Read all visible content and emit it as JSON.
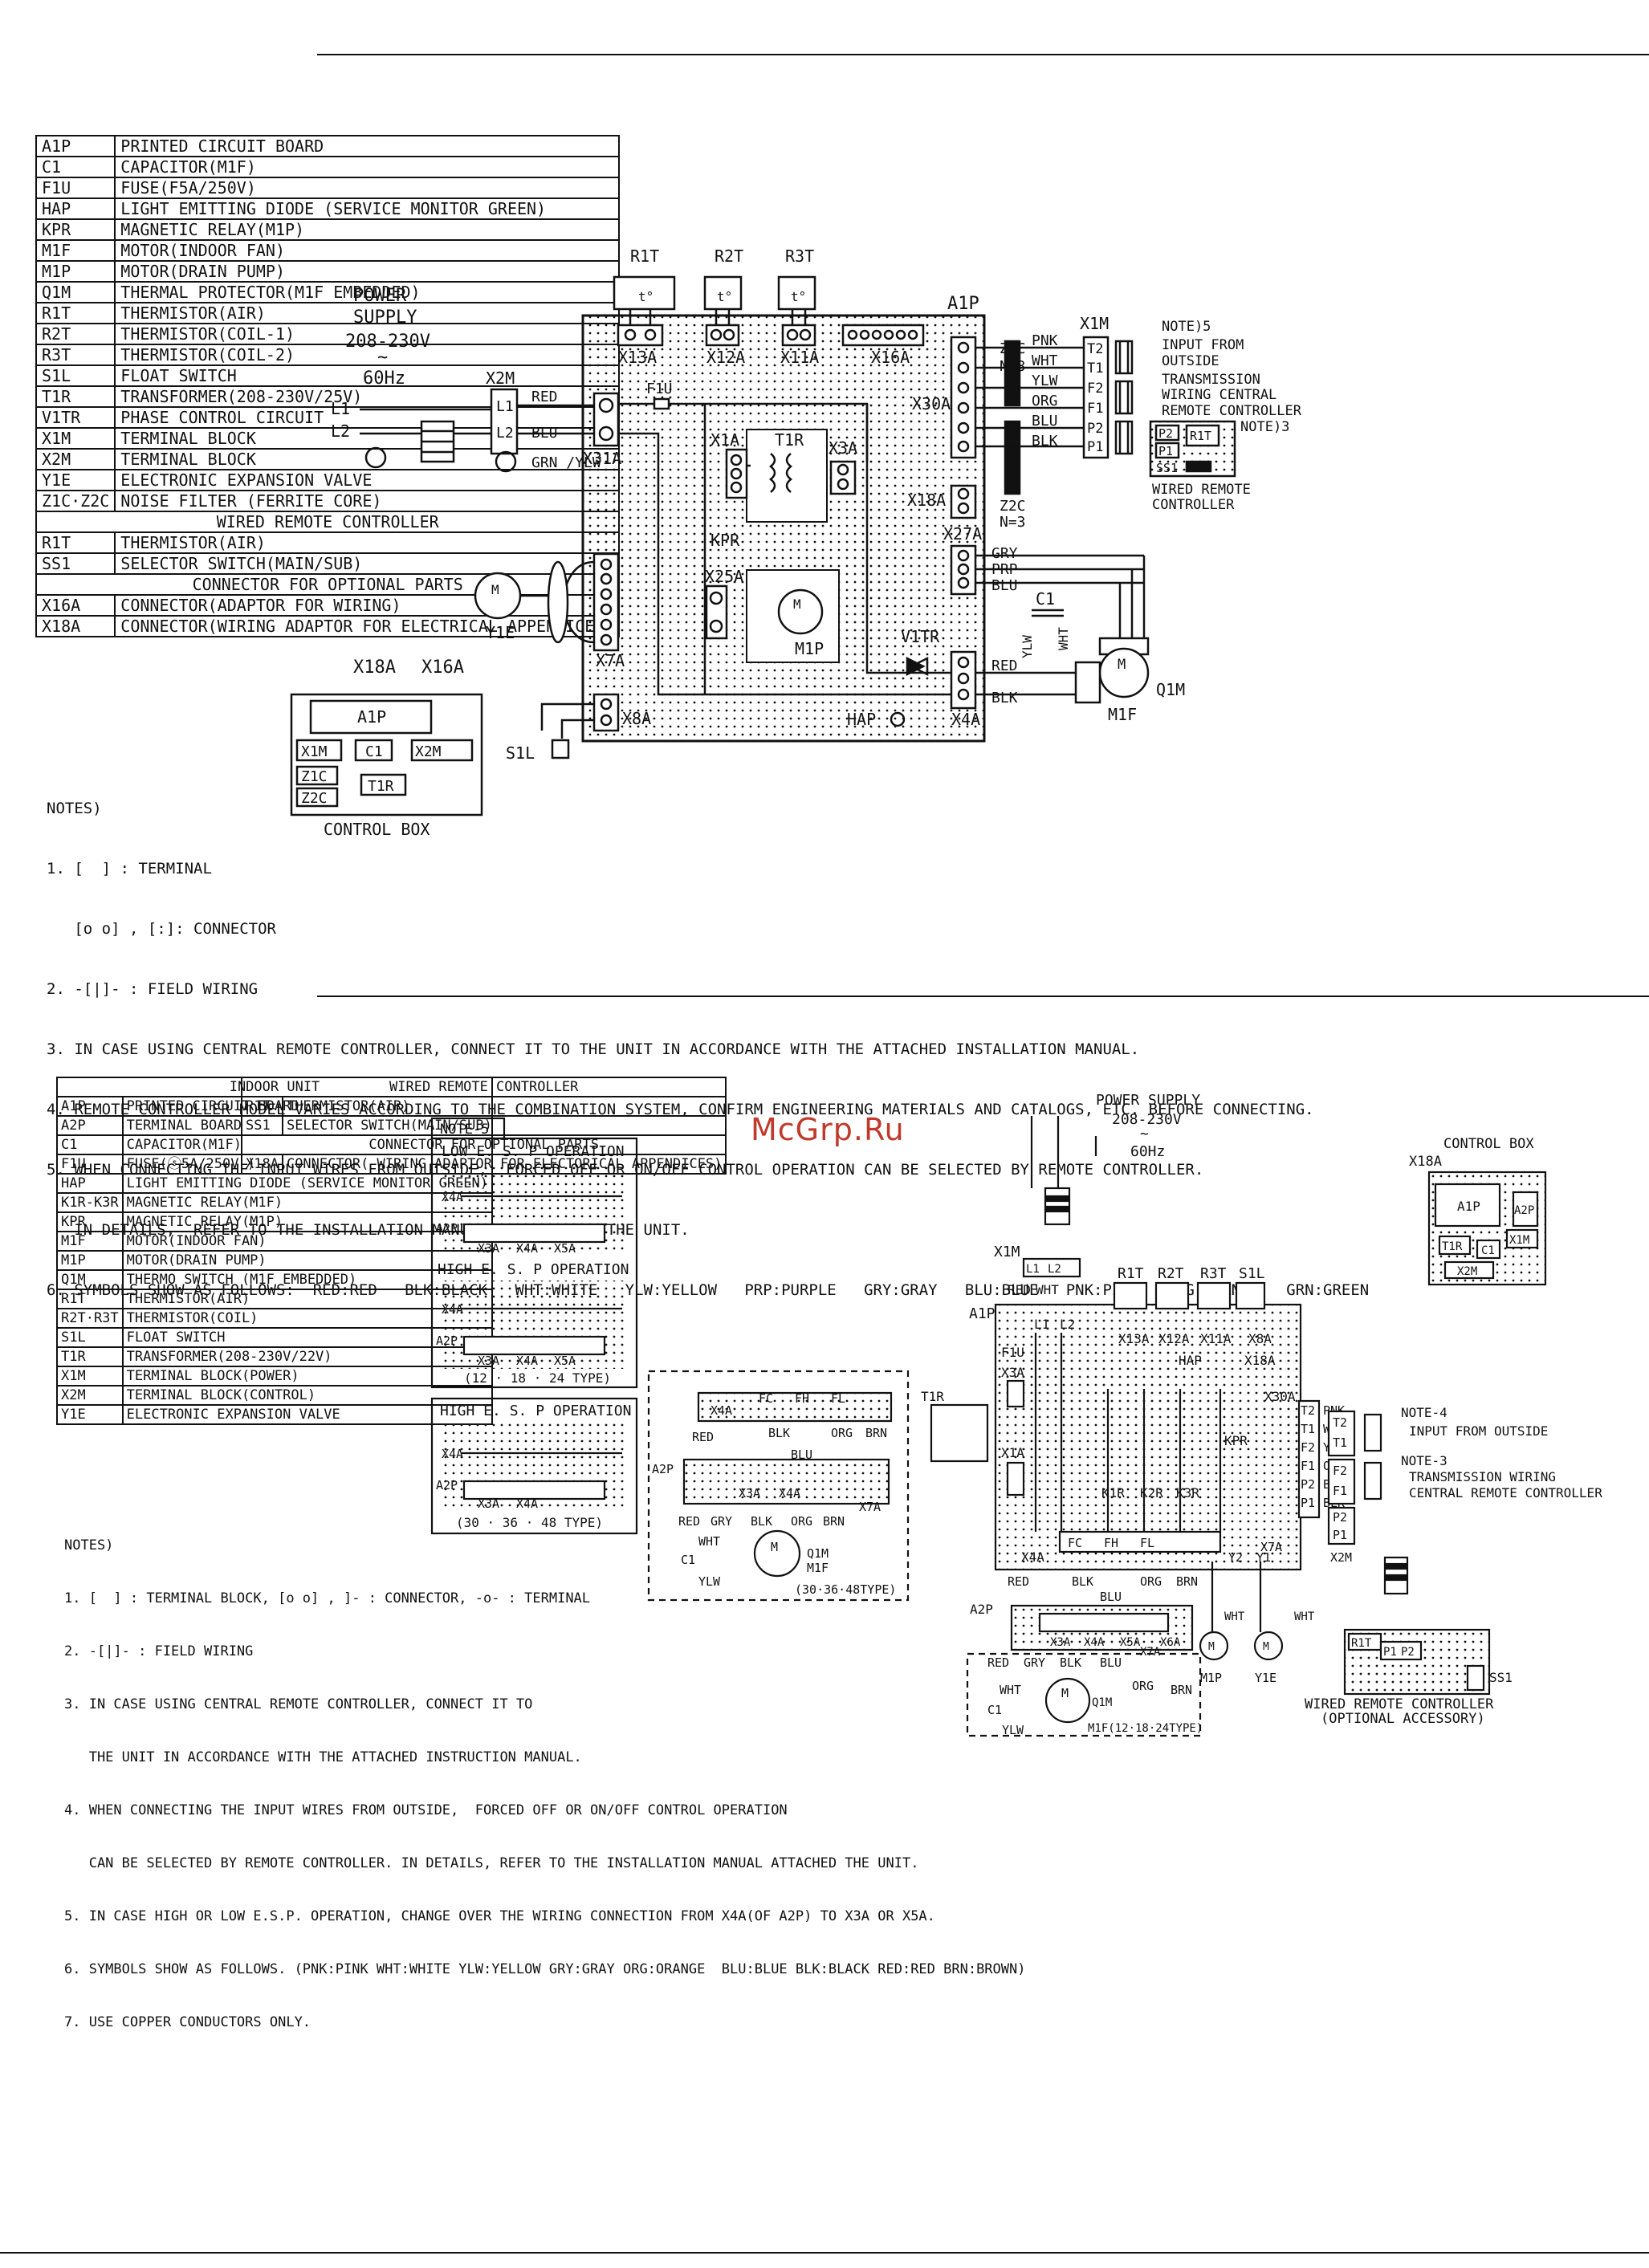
{
  "watermark": "McGrp.Ru",
  "colors": {
    "watermark": "#c0392b",
    "line": "#111111"
  },
  "top_diagram": {
    "legend": [
      {
        "code": "A1P",
        "desc": "PRINTED CIRCUIT BOARD"
      },
      {
        "code": "C1",
        "desc": "CAPACITOR(M1F)"
      },
      {
        "code": "F1U",
        "desc": "FUSE(F5A/250V)"
      },
      {
        "code": "HAP",
        "desc": "LIGHT EMITTING DIODE (SERVICE MONITOR GREEN)"
      },
      {
        "code": "KPR",
        "desc": "MAGNETIC RELAY(M1P)"
      },
      {
        "code": "M1F",
        "desc": "MOTOR(INDOOR FAN)"
      },
      {
        "code": "M1P",
        "desc": "MOTOR(DRAIN PUMP)"
      },
      {
        "code": "Q1M",
        "desc": "THERMAL PROTECTOR(M1F EMBEDDED)"
      },
      {
        "code": "R1T",
        "desc": "THERMISTOR(AIR)"
      },
      {
        "code": "R2T",
        "desc": "THERMISTOR(COIL-1)"
      },
      {
        "code": "R3T",
        "desc": "THERMISTOR(COIL-2)"
      },
      {
        "code": "S1L",
        "desc": "FLOAT SWITCH"
      },
      {
        "code": "T1R",
        "desc": "TRANSFORMER(208-230V/25V)"
      },
      {
        "code": "V1TR",
        "desc": "PHASE CONTROL CIRCUIT"
      },
      {
        "code": "X1M",
        "desc": "TERMINAL BLOCK"
      },
      {
        "code": "X2M",
        "desc": "TERMINAL BLOCK"
      },
      {
        "code": "Y1E",
        "desc": "ELECTRONIC EXPANSION VALVE"
      },
      {
        "code": "Z1C·Z2C",
        "desc": "NOISE FILTER (FERRITE CORE)"
      }
    ],
    "legend_header_remote": "WIRED REMOTE CONTROLLER",
    "legend_remote": [
      {
        "code": "R1T",
        "desc": "THERMISTOR(AIR)"
      },
      {
        "code": "SS1",
        "desc": "SELECTOR SWITCH(MAIN/SUB)"
      }
    ],
    "legend_header_optional": "CONNECTOR FOR OPTIONAL PARTS",
    "legend_optional": [
      {
        "code": "X16A",
        "desc": "CONNECTOR(ADAPTOR FOR WIRING)"
      },
      {
        "code": "X18A",
        "desc": "CONNECTOR(WIRING ADAPTOR FOR ELECTRICAL APPENDICES)"
      }
    ],
    "power_supply": [
      "POWER",
      "SUPPLY",
      "208-230V",
      "~",
      "60Hz"
    ],
    "labels": {
      "a1p": "A1P",
      "x2m": "X2M",
      "l1": "L1",
      "l2": "L2",
      "f1u": "F1U",
      "x31a": "X31A",
      "x1a": "X1A",
      "t1r": "T1R",
      "x3a": "X3A",
      "kpr": "KPR",
      "x25a": "X25A",
      "m1p": "M1P",
      "x7a": "X7A",
      "x8a": "X8A",
      "s1l": "S1L",
      "y1e": "Y1E",
      "hap": "HAP",
      "x4a": "X4A",
      "v1tr": "V1TR",
      "x18a": "X18A",
      "x27a": "X27A",
      "x30a": "X30A",
      "x13a": "X13A",
      "x12a": "X12A",
      "x11a": "X11A",
      "x16a": "X16A",
      "r1t": "R1T",
      "r2t": "R2T",
      "r3t": "R3T",
      "z1c": "Z1C",
      "z2c": "Z2C",
      "n3": "N=3",
      "x1m": "X1M",
      "c1": "C1",
      "m1f": "M1F",
      "q1m": "Q1M",
      "ylw": "YLW",
      "wht": "WHT",
      "red": "RED",
      "blu": "BLU",
      "grn_ylw": "GRN /YLW",
      "blk": "BLK",
      "gry": "GRY",
      "prp": "PRP",
      "pnk": "PNK",
      "org": "ORG",
      "t2": "T2",
      "t1": "T1",
      "f2": "F2",
      "f1": "F1",
      "p2": "P2",
      "p1": "P1",
      "ss1": "SS1",
      "note5": "NOTE)5",
      "input_outside": [
        "INPUT FROM",
        "OUTSIDE"
      ],
      "transmission": [
        "TRANSMISSION",
        "WIRING CENTRAL",
        "REMOTE CONTROLLER"
      ],
      "note3": "NOTE)3",
      "wired_remote": [
        "WIRED REMOTE",
        "CONTROLLER"
      ],
      "control_box": "CONTROL BOX"
    },
    "notes_title": "NOTES)",
    "notes": [
      "1. [  ] : TERMINAL",
      "   [o o] , [:]: CONNECTOR",
      "2. -[|]- : FIELD WIRING",
      "3. IN CASE USING CENTRAL REMOTE CONTROLLER, CONNECT IT TO THE UNIT IN ACCORDANCE WITH THE ATTACHED INSTALLATION MANUAL.",
      "4. REMOTE CONTROLLER MODEL VARIES ACCORDING TO THE COMBINATION SYSTEM, CONFIRM ENGINEERING MATERIALS AND CATALOGS, ETC. BEFORE CONNECTING.",
      "5. WHEN CONNECTING THE INPUT WIRES FROM OUTSIDE,  FORCED OFF OR ON/OFF CONTROL OPERATION CAN BE SELECTED BY REMOTE CONTROLLER.",
      "   IN DETAILS,  REFER TO THE INSTALLATION MANUAL ATTACHED TO THE UNIT.",
      "6. SYMBOLS SHOW AS FOLLOWS:  RED:RED   BLK:BLACK   WHT:WHITE   YLW:YELLOW   PRP:PURPLE   GRY:GRAY   BLU:BLUE   PNK:PINK   ORG:ORANGE   GRN:GREEN"
    ]
  },
  "bottom_diagram": {
    "legend_header_left": "INDOOR UNIT",
    "legend_left": [
      {
        "code": "A1P",
        "desc": "PRINTED CIRCUIT BOARD"
      },
      {
        "code": "A2P",
        "desc": "TERMINAL BOARD"
      },
      {
        "code": "C1",
        "desc": "CAPACITOR(M1F)"
      },
      {
        "code": "F1U",
        "desc": "FUSE(ⓢ5A/250V )"
      },
      {
        "code": "HAP",
        "desc": "LIGHT EMITTING DIODE (SERVICE MONITOR GREEN)"
      },
      {
        "code": "K1R-K3R",
        "desc": "MAGNETIC RELAY(M1F)"
      },
      {
        "code": "KPR",
        "desc": "MAGNETIC RELAY(M1P)"
      },
      {
        "code": "M1F",
        "desc": "MOTOR(INDOOR FAN)"
      },
      {
        "code": "M1P",
        "desc": "MOTOR(DRAIN PUMP)"
      },
      {
        "code": "Q1M",
        "desc": "THERMO SWITCH (M1F EMBEDDED)"
      },
      {
        "code": "R1T",
        "desc": "THERMISTOR(AIR)"
      },
      {
        "code": "R2T·R3T",
        "desc": "THERMISTOR(COIL)"
      },
      {
        "code": "S1L",
        "desc": "FLOAT SWITCH"
      },
      {
        "code": "T1R",
        "desc": "TRANSFORMER(208-230V/22V)"
      },
      {
        "code": "X1M",
        "desc": "TERMINAL BLOCK(POWER)"
      },
      {
        "code": "X2M",
        "desc": "TERMINAL BLOCK(CONTROL)"
      },
      {
        "code": "Y1E",
        "desc": "ELECTRONIC EXPANSION VALVE"
      }
    ],
    "legend_header_right": "WIRED REMOTE CONTROLLER",
    "legend_right": [
      {
        "code": "R1T",
        "desc": "THERMISTOR(AIR)"
      },
      {
        "code": "SS1",
        "desc": "SELECTOR SWITCH(MAIN/SUB)"
      }
    ],
    "legend_header_optional": "CONNECTOR FOR OPTIONAL PARTS",
    "legend_optional": [
      {
        "code": "X18A",
        "desc": "CONNECTOR( WIRING ADAPTOR FOR ELECTORICAL APPENDICES)"
      }
    ],
    "note5": "NOTE-5",
    "low_esp": "LOW E. S. P OPERATION",
    "high_esp": "HIGH E. S. P OPERATION",
    "type_12": "(12 · 18 · 24 TYPE)",
    "type_30": "(30 · 36 · 48 TYPE)",
    "type_30b": "(30·36·48TYPE)",
    "type_12b": "M1F(12·18·24TYPE)",
    "power_supply": [
      "POWER SUPPLY",
      "208-230V",
      "~",
      "60Hz"
    ],
    "control_box": "CONTROL BOX",
    "input_outside": [
      "NOTE-4",
      "INPUT FROM OUTSIDE"
    ],
    "transmission": [
      "NOTE-3",
      "TRANSMISSION WIRING",
      "CENTRAL REMOTE CONTROLLER"
    ],
    "wired_remote": [
      "WIRED REMOTE CONTROLLER",
      "(OPTIONAL ACCESSORY)"
    ],
    "labels": {
      "x1m": "X1M",
      "a1p": "A1P",
      "a2p": "A2P",
      "x2m": "X2M",
      "x18a": "X18A",
      "x4a": "X4A",
      "x3a": "X3A",
      "x5a": "X5A",
      "x7a": "X7A",
      "x6a": "X6A",
      "x13a": "X13A",
      "x12a": "X12A",
      "x11a": "X11A",
      "x8a": "X8A",
      "x30a": "X30A",
      "t1r": "T1R",
      "x1a": "X1A",
      "f1u": "F1U",
      "hap": "HAP",
      "kpr": "KPR",
      "k1r": "K1R",
      "k2r": "K2R",
      "k3r": "K3R",
      "m1p": "M1P",
      "y1e": "Y1E",
      "m1f": "M1F",
      "q1m": "Q1M",
      "c1": "C1",
      "r1t": "R1T",
      "r2t": "R2T",
      "r3t": "R3T",
      "s1l": "S1L",
      "ss1": "SS1",
      "l1": "L1",
      "l2": "L2",
      "fc": "FC",
      "fh": "FH",
      "fl": "FL",
      "y2": "Y2",
      "y1": "Y1",
      "red": "RED",
      "wht": "WHT",
      "blk": "BLK",
      "blu": "BLU",
      "org": "ORG",
      "brn": "BRN",
      "gry": "GRY",
      "ylw": "YLW",
      "pnk": "PNK",
      "t2": "T2",
      "t1": "T1",
      "f2": "F2",
      "f1": "F1",
      "p2": "P2",
      "p1": "P1"
    },
    "notes_title": "NOTES)",
    "notes": [
      "1. [  ] : TERMINAL BLOCK, [o o] , ]- : CONNECTOR, -o- : TERMINAL",
      "2. -[|]- : FIELD WIRING",
      "3. IN CASE USING CENTRAL REMOTE CONTROLLER, CONNECT IT TO",
      "   THE UNIT IN ACCORDANCE WITH THE ATTACHED INSTRUCTION MANUAL.",
      "4. WHEN CONNECTING THE INPUT WIRES FROM OUTSIDE,  FORCED OFF OR ON/OFF CONTROL OPERATION",
      "   CAN BE SELECTED BY REMOTE CONTROLLER. IN DETAILS, REFER TO THE INSTALLATION MANUAL ATTACHED THE UNIT.",
      "5. IN CASE HIGH OR LOW E.S.P. OPERATION, CHANGE OVER THE WIRING CONNECTION FROM X4A(OF A2P) TO X3A OR X5A.",
      "6. SYMBOLS SHOW AS FOLLOWS. (PNK:PINK WHT:WHITE YLW:YELLOW GRY:GRAY ORG:ORANGE  BLU:BLUE BLK:BLACK RED:RED BRN:BROWN)",
      "7. USE COPPER CONDUCTORS ONLY."
    ]
  }
}
